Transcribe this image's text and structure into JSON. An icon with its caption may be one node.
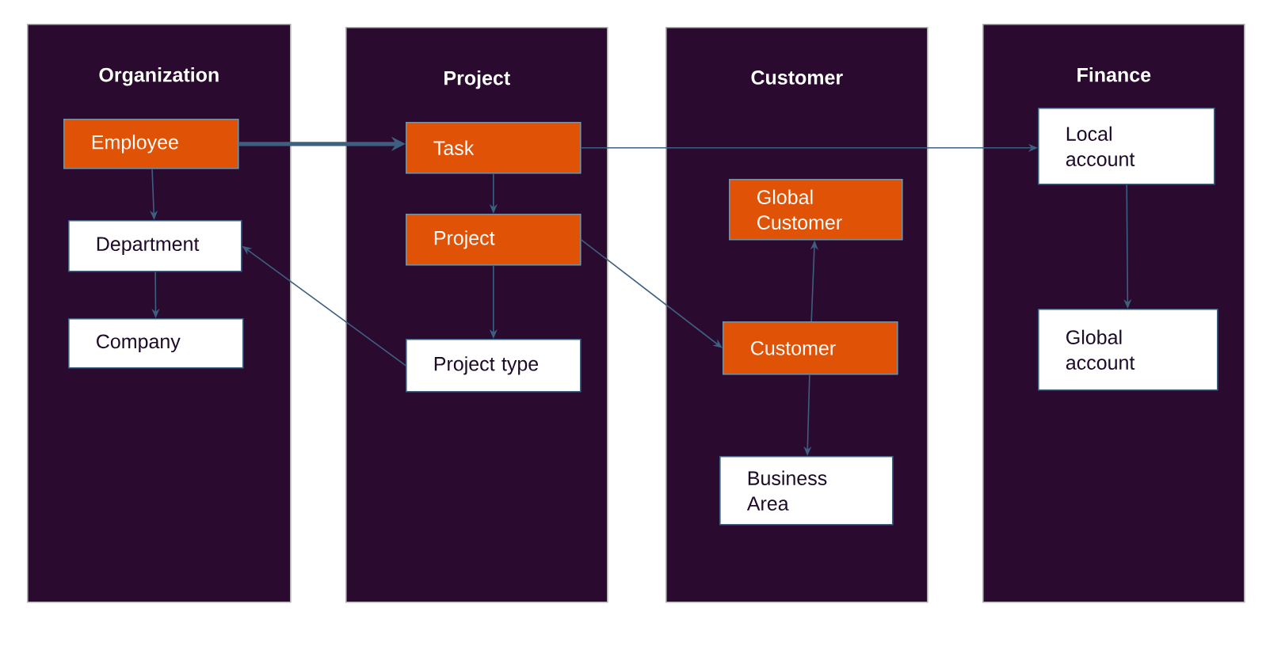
{
  "diagram": {
    "nodes": [
      {
        "text": [
          "Organization"
        ]
      },
      {
        "text": [
          "Project"
        ]
      },
      {
        "text": [
          "Customer"
        ]
      },
      {
        "text": [
          "Finance"
        ]
      },
      {
        "text": [
          "Employee"
        ],
        "in": 0
      },
      {
        "text": [
          "Department"
        ],
        "in": 0
      },
      {
        "text": [
          "Company"
        ],
        "in": 0
      },
      {
        "text": [
          "Task"
        ],
        "in": 1
      },
      {
        "text": [
          "Project"
        ],
        "in": 1
      },
      {
        "text": [
          "Project type"
        ],
        "in": 1
      },
      {
        "text": [
          "Global Customer"
        ],
        "in": 2
      },
      {
        "text": [
          "Customer"
        ],
        "in": 2
      },
      {
        "text": [
          "Business Area"
        ],
        "in": 2
      },
      {
        "text": [
          "Local account"
        ],
        "in": 3
      },
      {
        "text": [
          "Global account"
        ],
        "in": 3
      }
    ],
    "edges": [
      {
        "from": 4,
        "to": 7,
        "arrow": "to",
        "style": "thick"
      },
      {
        "from": 4,
        "to": 5,
        "arrow": "to"
      },
      {
        "from": 5,
        "to": 6,
        "arrow": "to"
      },
      {
        "from": 7,
        "to": 8,
        "arrow": "to"
      },
      {
        "from": 8,
        "to": 9,
        "arrow": "to"
      },
      {
        "from": 9,
        "to": 5,
        "arrow": "to"
      },
      {
        "from": 7,
        "to": 13,
        "arrow": "to"
      },
      {
        "from": 8,
        "to": 11,
        "arrow": "to"
      },
      {
        "from": 11,
        "to": 10,
        "arrow": "to"
      },
      {
        "from": 11,
        "to": 12,
        "arrow": "to"
      },
      {
        "from": 13,
        "to": 14,
        "arrow": "to"
      }
    ]
  }
}
